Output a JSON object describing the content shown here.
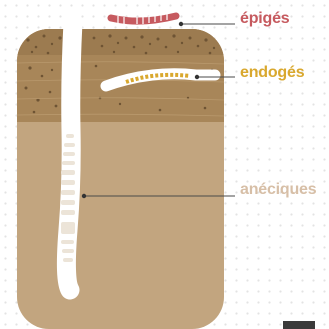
{
  "labels": {
    "epiges": "épigés",
    "endoges": "endogés",
    "aneciques": "anéciques"
  },
  "colors": {
    "epiges": "#c65a5f",
    "endoges": "#d9a82e",
    "aneciques": "#d7bfa7",
    "topsoil": "#a88659",
    "subsoil": "#c2a57f",
    "worm_body": "#ffffff",
    "anecique_segments": "#ece4d8",
    "endoge_segments": "#d9a82e",
    "leader_line": "#4a4a4a",
    "dot_pattern": "#e3e3e3"
  },
  "icons": {
    "epiges": "red-earthworm-on-surface-icon",
    "endoges": "horizontal-burrowing-worm-icon",
    "aneciques": "vertical-burrowing-worm-icon"
  }
}
